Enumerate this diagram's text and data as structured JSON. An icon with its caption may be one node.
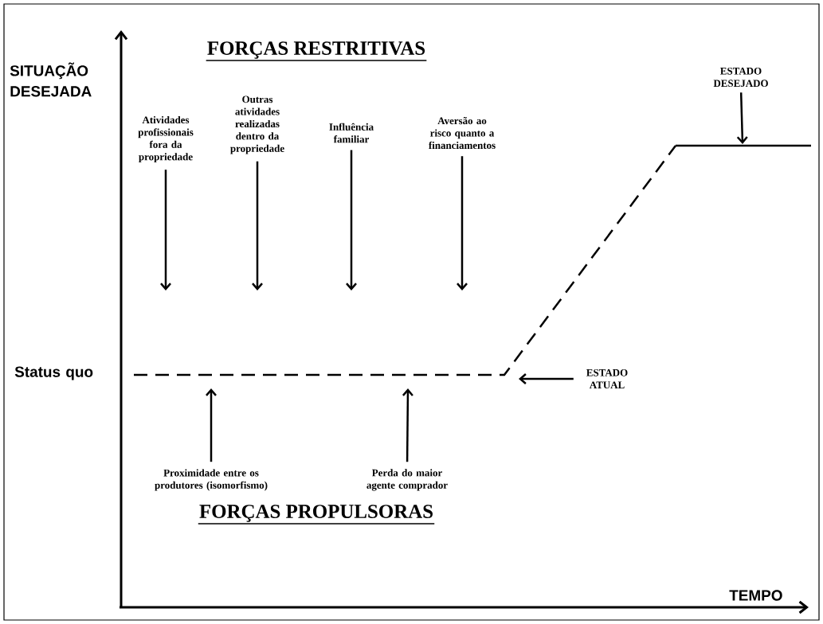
{
  "diagram": {
    "nodes": [
      {
        "text": [
          "Atividades profissionais fora da propriedade"
        ]
      },
      {
        "text": [
          "Outras atividades realizadas dentro da propriedade"
        ]
      },
      {
        "text": [
          "Influência familiar"
        ]
      },
      {
        "text": [
          "Aversão ao risco quanto a financiamentos"
        ]
      },
      {
        "text": [
          "ESTADO DESEJADO"
        ]
      },
      {
        "text": [
          "ESTADO ATUAL"
        ]
      },
      {
        "text": [
          "Proximidade entre os produtores (isomorfismo)"
        ]
      },
      {
        "text": [
          "Perda do maior agente comprador"
        ]
      }
    ],
    "edges": [
      {
        "from": 0,
        "to": null,
        "arrow": "to"
      },
      {
        "from": 1,
        "to": null,
        "arrow": "to"
      },
      {
        "from": 2,
        "to": null,
        "arrow": "to"
      },
      {
        "from": 3,
        "to": null,
        "arrow": "to"
      },
      {
        "from": 4,
        "to": null,
        "arrow": "to"
      },
      {
        "from": 5,
        "to": null,
        "arrow": "to"
      },
      {
        "from": 6,
        "to": null,
        "arrow": "to"
      },
      {
        "from": 7,
        "to": null,
        "arrow": "to"
      }
    ],
    "labels": [
      "FORÇAS RESTRITIVAS",
      "SITUAÇÃO DESEJADA",
      "Status quo",
      "FORÇAS PROPULSORAS",
      "TEMPO"
    ]
  }
}
